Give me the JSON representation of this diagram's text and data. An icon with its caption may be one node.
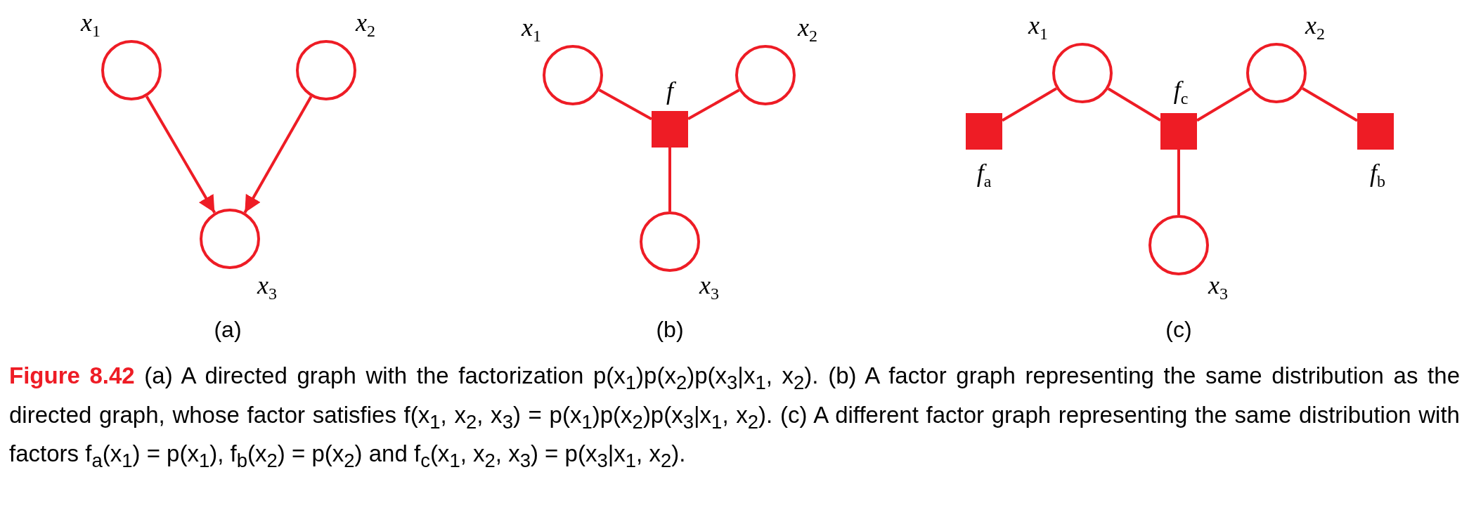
{
  "diagram": {
    "caption": "**Figure 8.42**   (a) A directed graph with the factorization p(x$_{1}$)p(x$_{2}$)p(x$_{3}$|x$_{1}$, x$_{2}$). (b) A factor graph representing the same distribution as the directed graph, whose factor satisfies f(x$_{1}$, x$_{2}$, x$_{3}$) = p(x$_{1}$)p(x$_{2}$)p(x$_{3}$|x$_{1}$, x$_{2}$). (c) A different factor graph representing the same distribution with factors f$_{a}$(x$_{1}$) = p(x$_{1}$), f$_{b}$(x$_{2}$) = p(x$_{2}$) and f$_{c}$(x$_{1}$, x$_{2}$, x$_{3}$) = p(x$_{3}$|x$_{1}$, x$_{2}$).",
    "nodes": [
      {
        "text": [],
        "shape": "circle",
        "beside": [
          "x$_{1}$"
        ]
      },
      {
        "text": [],
        "shape": "circle",
        "beside": [
          "x$_{2}$"
        ]
      },
      {
        "text": [],
        "shape": "circle",
        "beside": [
          "x$_{3}$"
        ]
      },
      {
        "text": [],
        "shape": "circle",
        "beside": [
          "x$_{1}$"
        ]
      },
      {
        "text": [],
        "shape": "circle",
        "beside": [
          "x$_{2}$"
        ]
      },
      {
        "text": [],
        "shape": "box",
        "beside": [
          "f"
        ]
      },
      {
        "text": [],
        "shape": "circle",
        "beside": [
          "x$_{3}$"
        ]
      },
      {
        "text": [],
        "shape": "circle",
        "beside": [
          "x$_{1}$"
        ]
      },
      {
        "text": [],
        "shape": "circle",
        "beside": [
          "x$_{2}$"
        ]
      },
      {
        "text": [],
        "shape": "box",
        "beside": [
          "f$_{a}$"
        ]
      },
      {
        "text": [],
        "shape": "box",
        "beside": [
          "f$_{c}$"
        ]
      },
      {
        "text": [],
        "shape": "box",
        "beside": [
          "f$_{b}$"
        ]
      },
      {
        "text": [],
        "shape": "circle",
        "beside": [
          "x$_{3}$"
        ]
      }
    ],
    "edges": [
      {
        "from": 0,
        "to": 2,
        "arrow": "to"
      },
      {
        "from": 1,
        "to": 2,
        "arrow": "to"
      },
      {
        "from": 3,
        "to": 5,
        "arrow": "none"
      },
      {
        "from": 4,
        "to": 5,
        "arrow": "none"
      },
      {
        "from": 5,
        "to": 6,
        "arrow": "none"
      },
      {
        "from": 9,
        "to": 7,
        "arrow": "none"
      },
      {
        "from": 7,
        "to": 10,
        "arrow": "none"
      },
      {
        "from": 10,
        "to": 8,
        "arrow": "none"
      },
      {
        "from": 8,
        "to": 11,
        "arrow": "none"
      },
      {
        "from": 10,
        "to": 12,
        "arrow": "none"
      }
    ],
    "labels": [
      "(a)",
      "(b)",
      "(c)"
    ]
  }
}
